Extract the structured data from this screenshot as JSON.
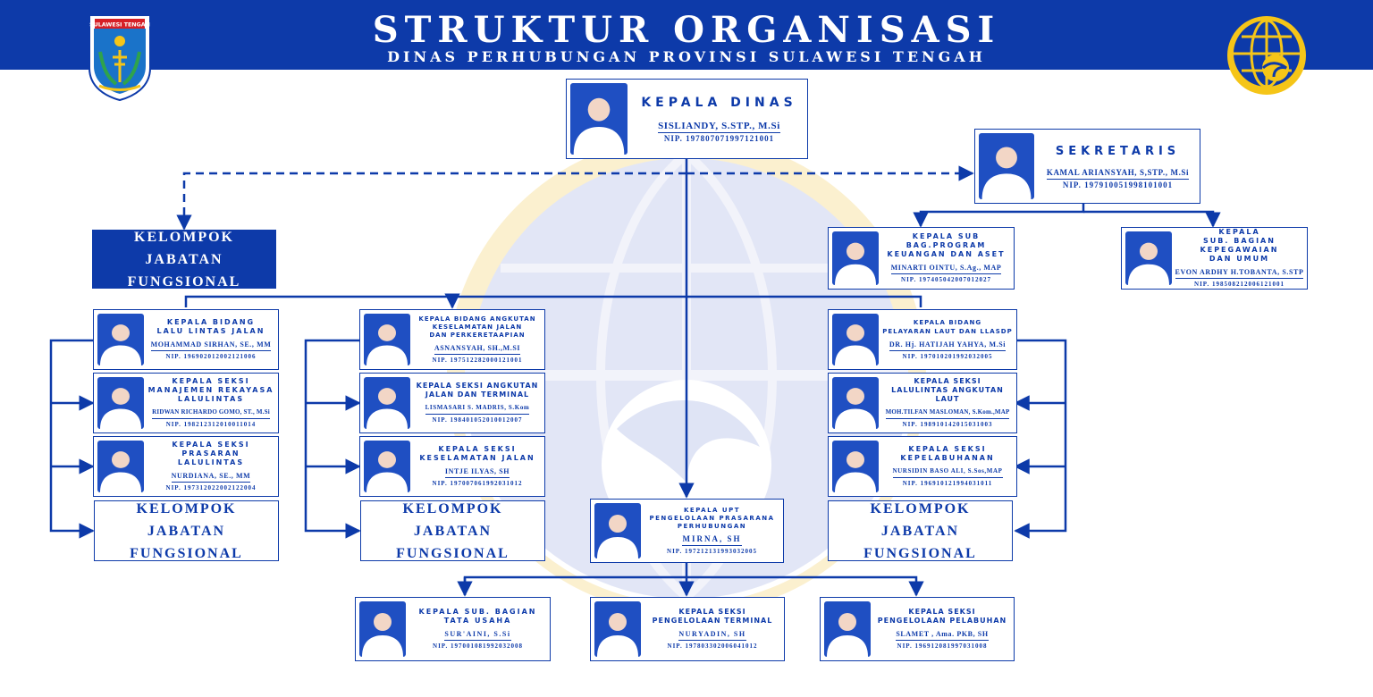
{
  "header": {
    "title": "STRUKTUR ORGANISASI",
    "subtitle": "DINAS PERHUBUNGAN PROVINSI SULAWESI TENGAH",
    "bg_color": "#0d3aa9",
    "accent_color": "#f5c518",
    "left_logo": {
      "icon": "sulawesi-tengah-emblem-icon",
      "text": "SULAWESI TENGAH"
    },
    "right_logo": {
      "icon": "dinas-perhubungan-globe-icon"
    }
  },
  "kepala_dinas": {
    "position": "KEPALA DINAS",
    "name": "SISLIANDY, S.STP., M.Si",
    "nip": "NIP. 197807071997121001"
  },
  "sekretaris": {
    "position": "SEKRETARIS",
    "name": "KAMAL ARIANSYAH, S,STP., M.Si",
    "nip": "NIP. 197910051998101001"
  },
  "kasubag_program": {
    "position": "KEPALA SUB\nBAG.PROGRAM\nKEUANGAN DAN ASET",
    "name": "MINARTI OINTU, S.Ag., MAP",
    "nip": "NIP. 197405042007012027"
  },
  "kasubag_kepegawaian": {
    "position": "KEPALA\nSUB. BAGIAN KEPEGAWAIAN\nDAN UMUM",
    "name": "EVON ARDHY H.TOBANTA, S.STP",
    "nip": "NIP. 198508212006121001"
  },
  "kelompok_jabatan_fungsional": "KELOMPOK JABATAN\nFUNGSIONAL",
  "bidang_llaj": {
    "position": "KEPALA BIDANG\nLALU LINTAS JALAN",
    "name": "MOHAMMAD SIRHAN, SE., MM",
    "nip": "NIP. 196902012002121006"
  },
  "seksi_mrll": {
    "position": "KEPALA SEKSI\nMANAJEMEN REKAYASA\nLALULINTAS",
    "name": "RIDWAN RICHARDO GOMO, ST., M.Si",
    "nip": "NIP. 198212312010011014"
  },
  "seksi_prasarana": {
    "position": "KEPALA SEKSI\nPRASARAN LALULINTAS",
    "name": "NURDIANA, SE., MM",
    "nip": "NIP. 197312022002122004"
  },
  "bidang_angkutan": {
    "position": "KEPALA BIDANG ANGKUTAN\nKESELAMATAN JALAN\nDAN PERKERETAAPIAN",
    "name": "ASNANSYAH, SH.,M.SI",
    "nip": "NIP. 197512282000121001"
  },
  "seksi_angkutan_jalan": {
    "position": "KEPALA SEKSI ANGKUTAN\nJALAN DAN TERMINAL",
    "name": "LISMASARI S. MADRIS, S.Kom",
    "nip": "NIP. 198401052010012007"
  },
  "seksi_keselamatan": {
    "position": "KEPALA SEKSI\nKESELAMATAN JALAN",
    "name": "INTJE ILYAS, SH",
    "nip": "NIP. 197007061992031012"
  },
  "bidang_pelayaran": {
    "position": "KEPALA BIDANG\nPELAYARAN LAUT DAN LLASDP",
    "name": "DR. Hj. HATIJAH YAHYA, M.Si",
    "nip": "NIP. 197010201992032005"
  },
  "seksi_lalulintas_laut": {
    "position": "KEPALA SEKSI\nLALULINTAS ANGKUTAN LAUT",
    "name": "MOH.TILFAN MASLOMAN, S.Kom.,MAP",
    "nip": "NIP. 198910142015031003"
  },
  "seksi_kepelabuhanan": {
    "position": "KEPALA SEKSI\nKEPELABUHANAN",
    "name": "NURSIDIN BASO ALI, S.Sos,MAP",
    "nip": "NIP. 196910121994031011"
  },
  "kepala_upt": {
    "position": "KEPALA UPT\nPENGELOLAAN PRASARANA\nPERHUBUNGAN",
    "name": "MIRNA, SH",
    "nip": "NIP. 197212131993032005"
  },
  "upt_tata_usaha": {
    "position": "KEPALA SUB. BAGIAN\nTATA USAHA",
    "name": "SUR'AINI, S.Si",
    "nip": "NIP. 197001081992032008"
  },
  "upt_terminal": {
    "position": "KEPALA SEKSI\nPENGELOLAAN TERMINAL",
    "name": "NURYADIN, SH",
    "nip": "NIP. 197803302006041012"
  },
  "upt_pelabuhan": {
    "position": "KEPALA SEKSI\nPENGELOLAAN PELABUHAN",
    "name": "SLAMET , Ama. PKB, SH",
    "nip": "NIP. 196912081997031008"
  }
}
